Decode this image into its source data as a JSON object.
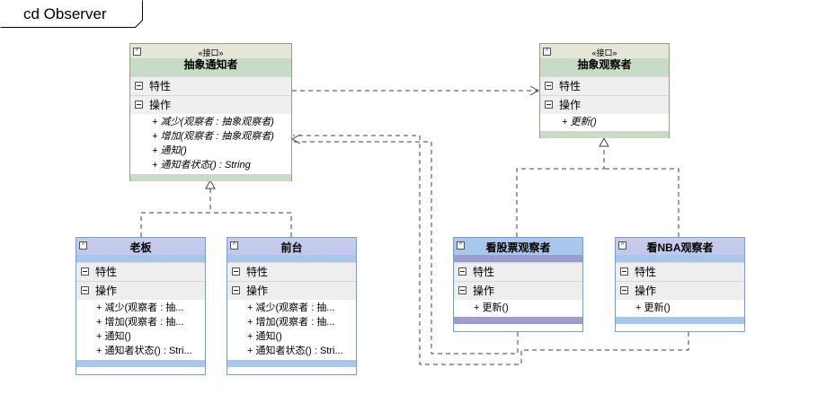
{
  "frame": {
    "title": "cd Observer"
  },
  "classes": {
    "subject": {
      "stereotype": "«接口»",
      "name": "抽象通知者",
      "attributes_label": "特性",
      "operations_label": "操作",
      "operations": [
        "+ 减少(观察者 : 抽象观察者)",
        "+ 增加(观察者 : 抽象观察者)",
        "+ 通知()",
        "+ 通知者状态() : String"
      ]
    },
    "observer": {
      "stereotype": "«接口»",
      "name": "抽象观察者",
      "attributes_label": "特性",
      "operations_label": "操作",
      "operations": [
        "+ 更新()"
      ]
    },
    "boss": {
      "name": "老板",
      "attributes_label": "特性",
      "operations_label": "操作",
      "operations": [
        "+ 减少(观察者 : 抽...",
        "+ 增加(观察者 : 抽...",
        "+ 通知()",
        "+ 通知者状态() : Stri..."
      ]
    },
    "secretary": {
      "name": "前台",
      "attributes_label": "特性",
      "operations_label": "操作",
      "operations": [
        "+ 减少(观察者 : 抽...",
        "+ 增加(观察者 : 抽...",
        "+ 通知()",
        "+ 通知者状态() : Stri..."
      ]
    },
    "stock_observer": {
      "name": "看股票观察者",
      "attributes_label": "特性",
      "operations_label": "操作",
      "operations": [
        "+ 更新()"
      ]
    },
    "nba_observer": {
      "name": "看NBA观察者",
      "attributes_label": "特性",
      "operations_label": "操作",
      "operations": [
        "+ 更新()"
      ]
    }
  },
  "colors": {
    "interface_header": "#e6e6d8",
    "interface_band": "#c7dcc4",
    "class_header": "#c8c8e6",
    "class_band": "#a8c6ea",
    "edge": "#404040"
  }
}
